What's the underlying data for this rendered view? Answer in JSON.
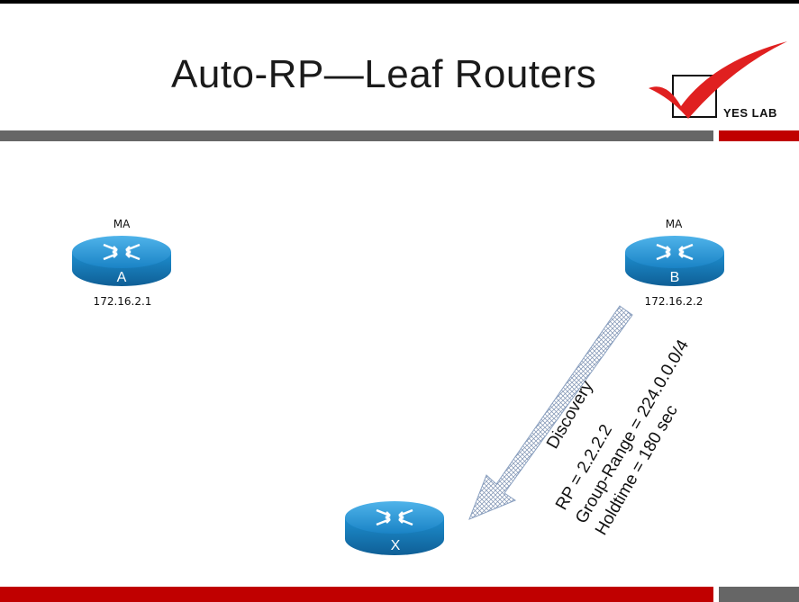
{
  "slide": {
    "title": "Auto-RP—Leaf Routers",
    "logo_text": "YES LAB"
  },
  "routers": {
    "a": {
      "role": "MA",
      "letter": "A",
      "address": "172.16.2.1"
    },
    "b": {
      "role": "MA",
      "letter": "B",
      "address": "172.16.2.2"
    },
    "x": {
      "letter": "X"
    }
  },
  "message": {
    "name": "Discovery",
    "rp": "RP = 2.2.2.2",
    "group_range": "Group-Range = 224.0.0.0/4",
    "holdtime": "Holdtime = 180 sec"
  },
  "colors": {
    "router_blue": "#1e8fd0",
    "bar_red": "#c00000",
    "bar_gray": "#666666",
    "check_red": "#e02020"
  },
  "icons": [
    "router-icon",
    "checkmark-icon",
    "arrow-icon"
  ]
}
